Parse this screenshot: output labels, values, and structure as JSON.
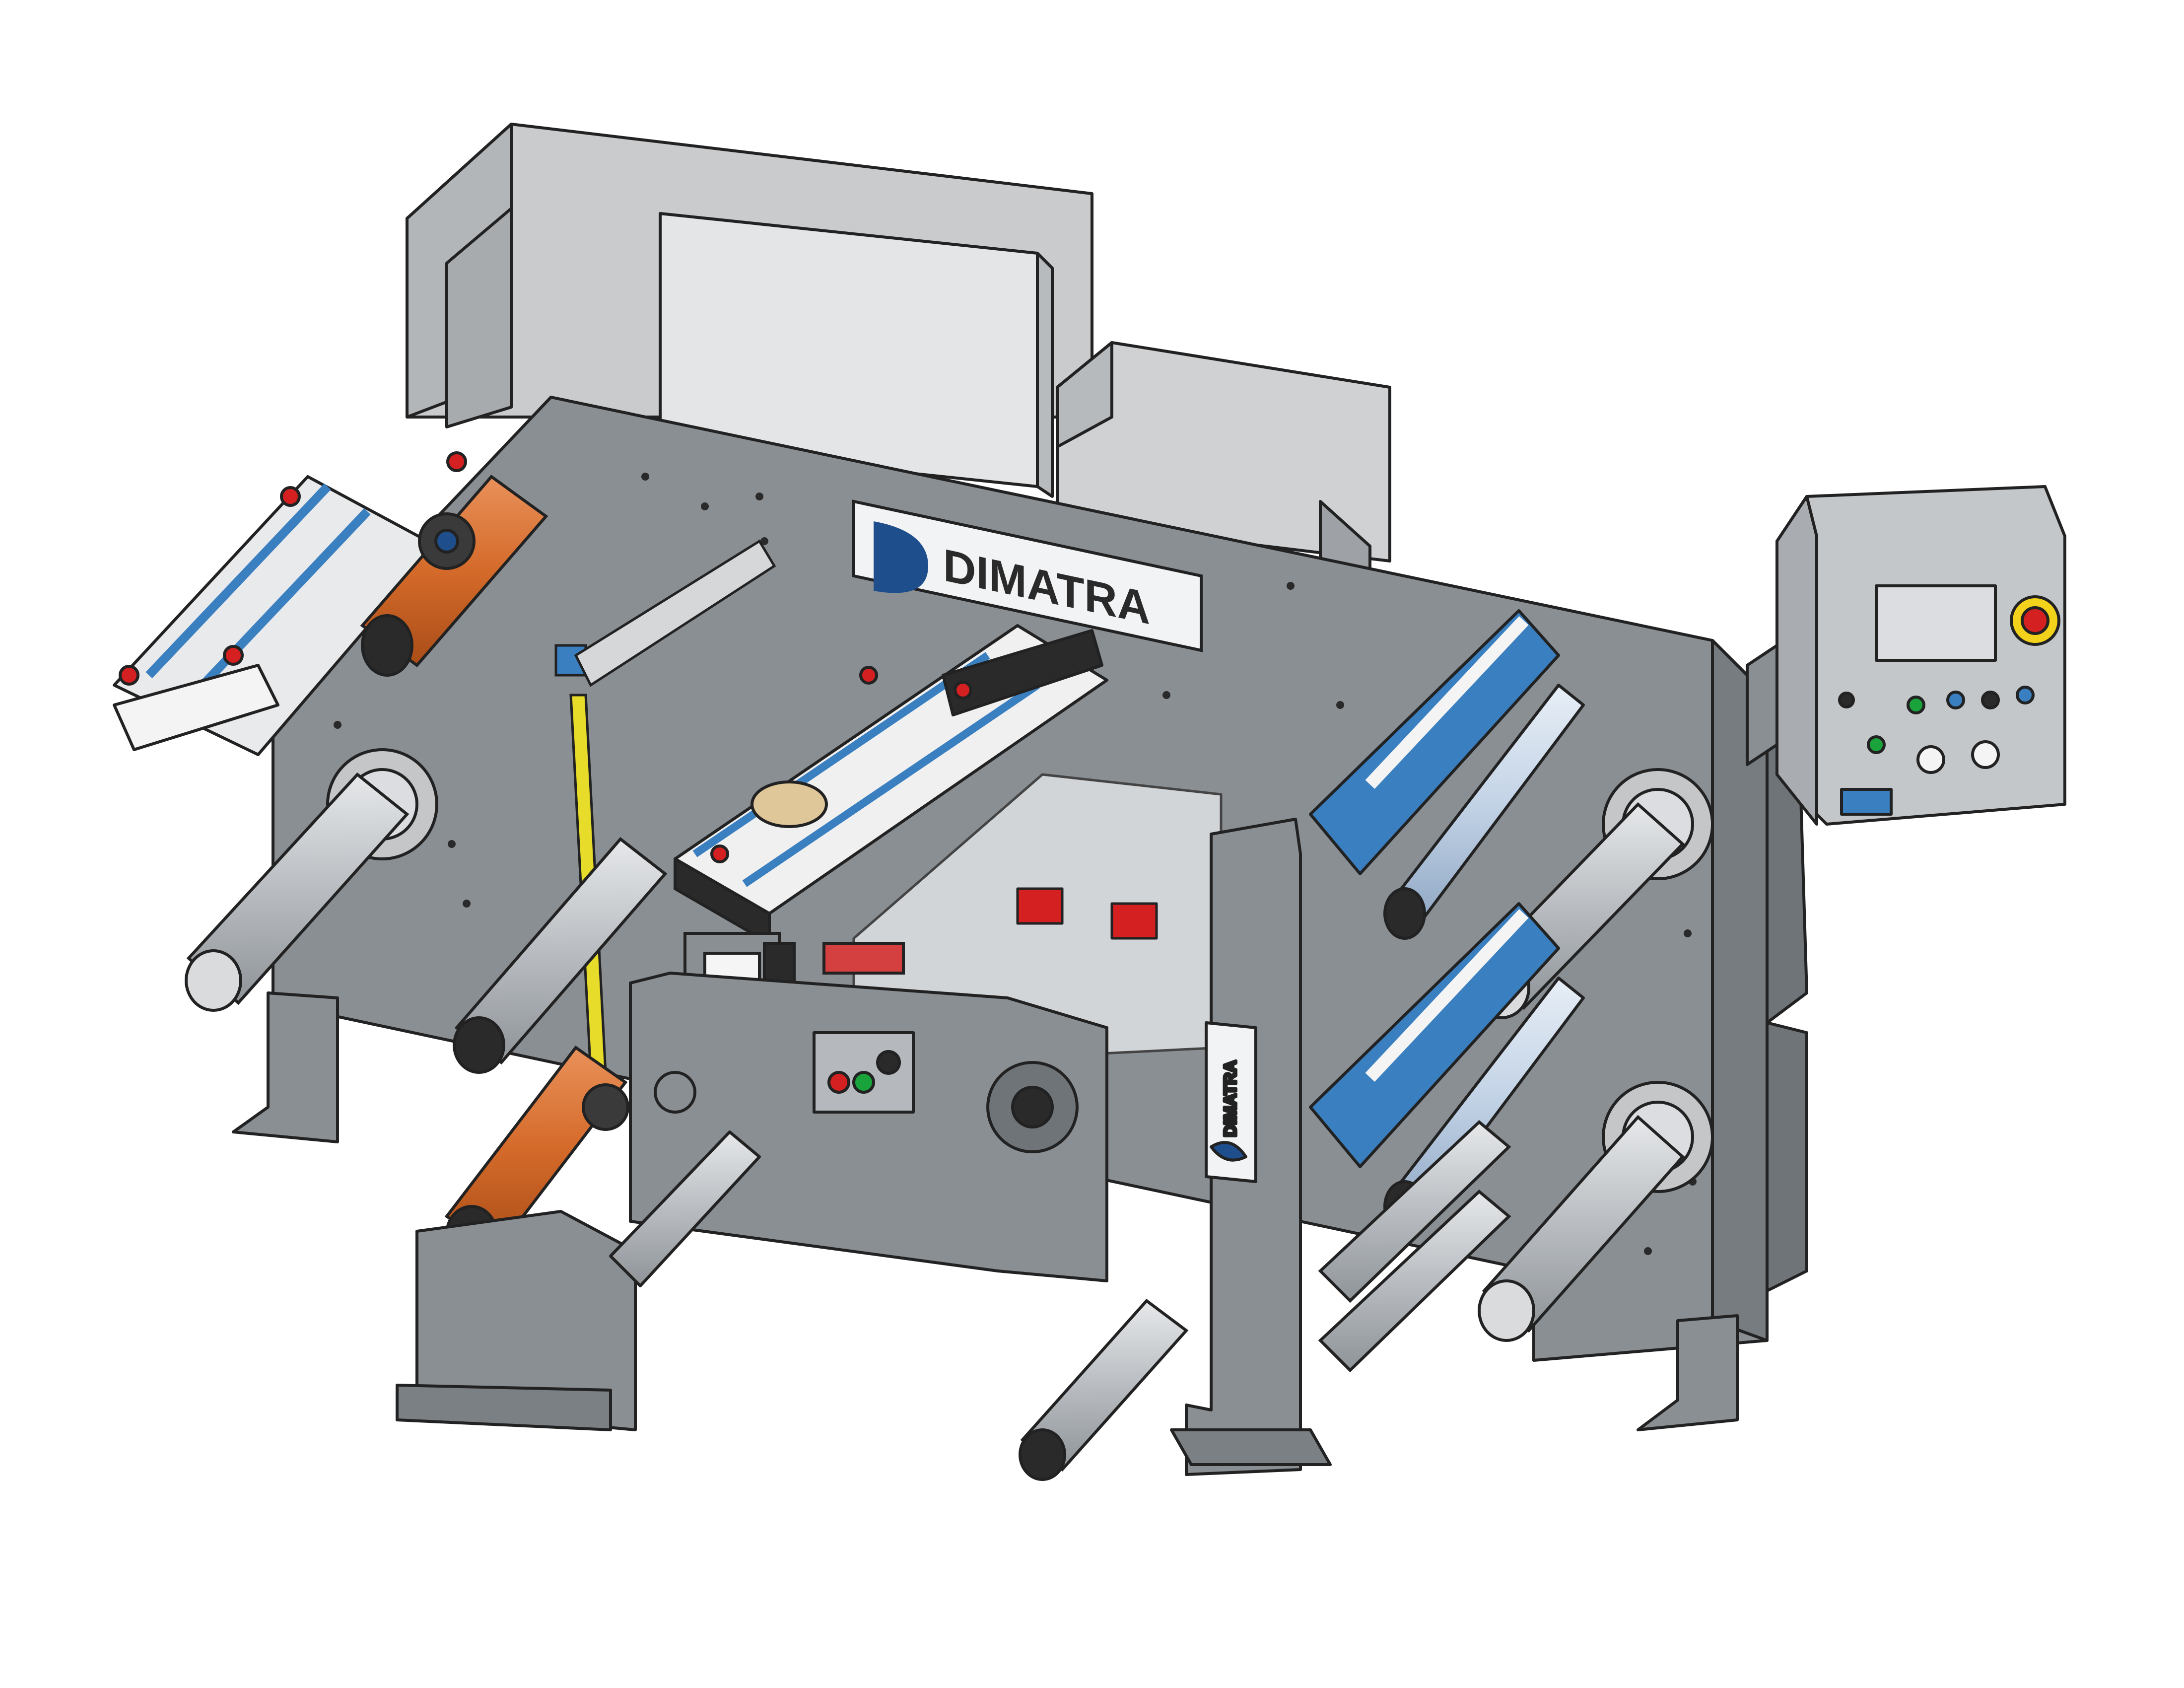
{
  "brand": {
    "name": "DIMATRA",
    "side_panel_name": "DIMATRA",
    "color_blue": "#1f4e8c",
    "color_frame": "#8a8f94",
    "color_frame_dark": "#6f7479",
    "color_cover": "#c9cbcd",
    "color_roller_orange": "#d46a2a",
    "color_roller_blue": "#3a7fc0",
    "color_tape_yellow": "#e8dc2a",
    "color_estop_yellow": "#f2d21a",
    "color_estop_red": "#d42020"
  },
  "control_panel": {
    "icons": [
      "display-screen",
      "emergency-stop-button",
      "selector-switch",
      "indicator-light",
      "push-button"
    ]
  }
}
